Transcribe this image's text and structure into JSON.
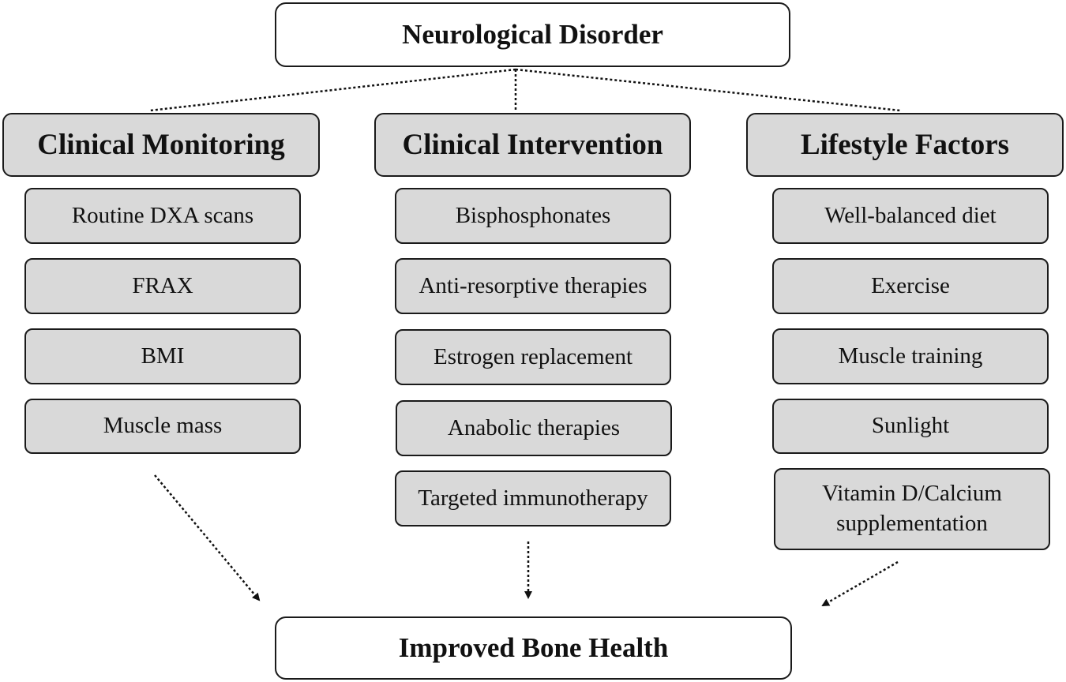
{
  "top": {
    "label": "Neurological Disorder"
  },
  "bottom": {
    "label": "Improved Bone Health"
  },
  "columns": [
    {
      "title": "Clinical Monitoring",
      "items": [
        "Routine DXA  scans",
        "FRAX",
        "BMI",
        "Muscle mass"
      ]
    },
    {
      "title": "Clinical Intervention",
      "items": [
        "Bisphosphonates",
        "Anti-resorptive therapies",
        "Estrogen replacement",
        "Anabolic therapies",
        "Targeted immunotherapy"
      ]
    },
    {
      "title": "Lifestyle Factors",
      "items": [
        "Well-balanced diet",
        "Exercise",
        "Muscle training",
        "Sunlight",
        "Vitamin D/Calcium supplementation"
      ]
    }
  ]
}
